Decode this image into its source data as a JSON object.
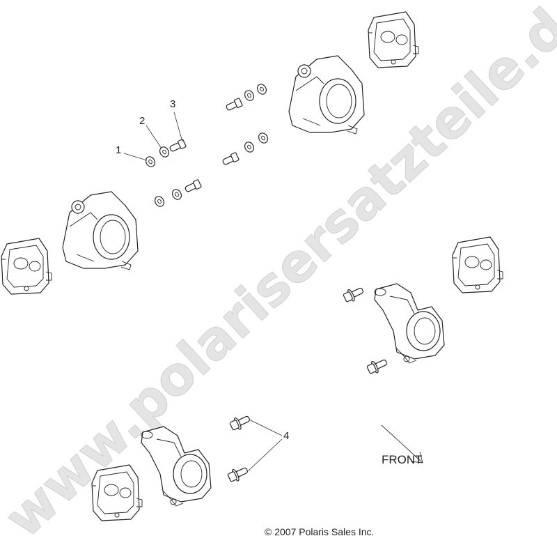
{
  "watermark": "www.polarisersatzteile.de",
  "callouts": [
    "1",
    "2",
    "3",
    "4"
  ],
  "direction_label": "FRONT",
  "copyright": "© 2007 Polaris Sales Inc.",
  "colors": {
    "line": "#222222",
    "watermark": "#e4e4e4",
    "background": "#ffffff"
  }
}
